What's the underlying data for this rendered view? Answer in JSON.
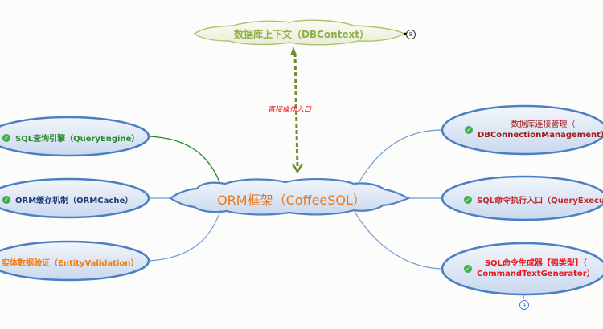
{
  "root": {
    "label": "ORM框架（CoffeeSQL）",
    "color": "#e8781e"
  },
  "top_node": {
    "label": "数据库上下文（DBContext）",
    "color": "#8bb14a",
    "collapse_count": "8"
  },
  "relation": {
    "label": "直接操作入口",
    "color": "#e8151b",
    "arrow_color": "#6e8f2c"
  },
  "left_nodes": [
    {
      "label": "SQL查询引擎（QueryEngine）",
      "color": "#2d8a2d",
      "checked": true
    },
    {
      "label": "ORM缓存机制（ORMCache）",
      "color": "#1f3b73",
      "checked": true
    },
    {
      "label": "实体数据验证（EntityValidation）",
      "color": "#ef7d10",
      "checked": false
    }
  ],
  "right_nodes": [
    {
      "line1": "数据库连接管理（",
      "line2": "DBConnectionManagement）",
      "color": "#a01c1c",
      "checked": true
    },
    {
      "line1": "SQL命令执行入口（QueryExecute）",
      "line2": "",
      "color": "#c0282c",
      "checked": true
    },
    {
      "line1": "SQL命令生成器【强类型】（",
      "line2": "CommandTextGenerator）",
      "color": "#e8151b",
      "checked": true,
      "collapse_count": "4"
    }
  ],
  "icons": {
    "check": "✓"
  }
}
